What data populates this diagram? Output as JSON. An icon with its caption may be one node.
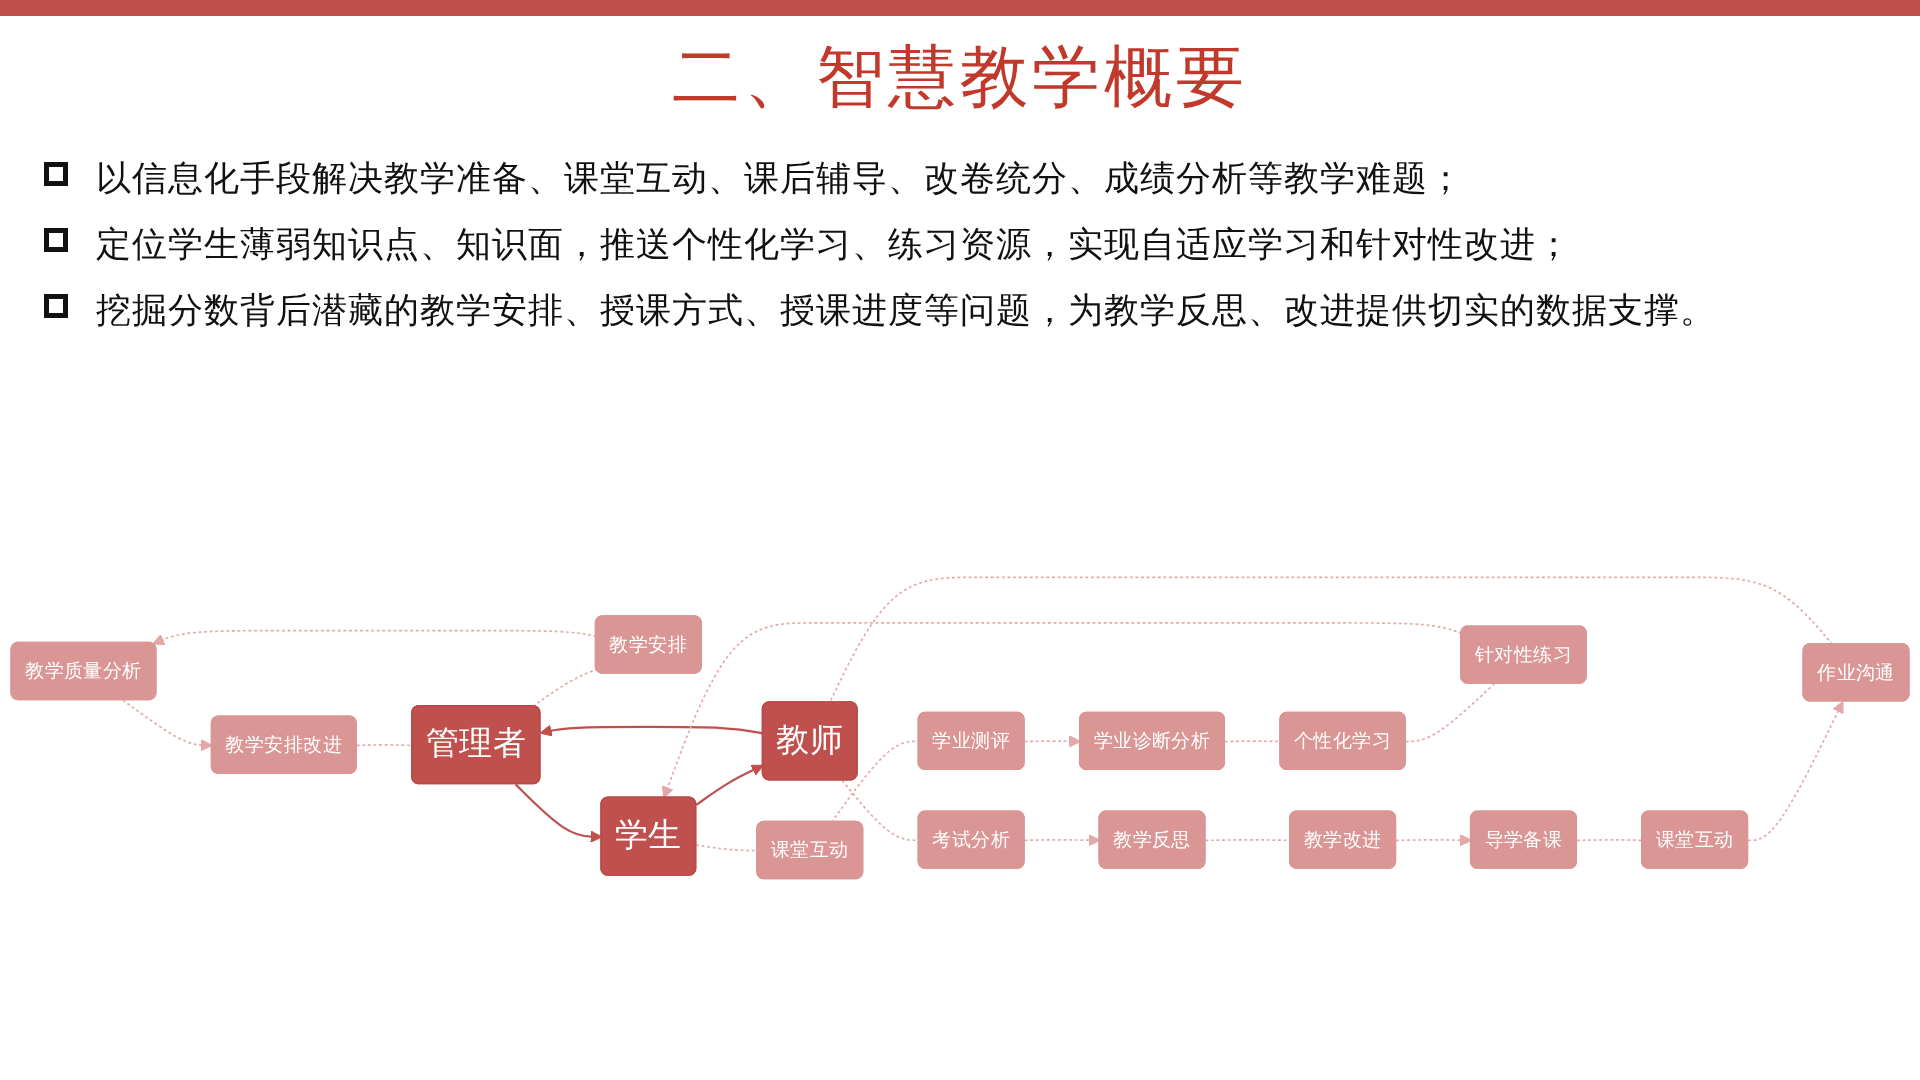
{
  "diagram": {
    "title": "二、智慧教学概要",
    "nodes": [
      {
        "text": [
          "教学质量分析"
        ]
      },
      {
        "text": [
          "教学安排改进"
        ]
      },
      {
        "text": [
          "教学安排"
        ]
      },
      {
        "text": [
          "管理者"
        ]
      },
      {
        "text": [
          "课堂互动"
        ]
      },
      {
        "text": [
          "学业测评"
        ]
      },
      {
        "text": [
          "导学备课"
        ]
      },
      {
        "text": [
          "课堂互动"
        ]
      },
      {
        "text": [
          "作业沟通"
        ]
      },
      {
        "text": [
          "学业诊断分析"
        ]
      },
      {
        "text": [
          "教师"
        ]
      },
      {
        "text": [
          "学生"
        ]
      },
      {
        "text": [
          "教学改进"
        ]
      },
      {
        "text": [
          "个性化学习"
        ]
      },
      {
        "text": [
          "考试分析"
        ]
      },
      {
        "text": [
          "针对性练习"
        ]
      },
      {
        "text": [
          "教学反思"
        ]
      }
    ],
    "edges": [
      {
        "from": 3,
        "to": 11,
        "arrow": "to",
        "color": "#c0504d"
      },
      {
        "from": 11,
        "to": 10,
        "arrow": "to",
        "color": "#c0504d"
      },
      {
        "from": 10,
        "to": 3,
        "arrow": "to",
        "color": "#c0504d"
      },
      {
        "from": 3,
        "to": 2,
        "arrow": "none",
        "style": "dashed"
      },
      {
        "from": 2,
        "to": 0,
        "arrow": "to",
        "style": "dashed"
      },
      {
        "from": 0,
        "to": 1,
        "arrow": "to",
        "style": "dashed"
      },
      {
        "from": 1,
        "to": 3,
        "arrow": "none",
        "style": "dashed"
      },
      {
        "from": 6,
        "to": 4,
        "arrow": "none",
        "style": "dashed"
      },
      {
        "from": 4,
        "to": 8,
        "arrow": "to",
        "style": "dashed"
      },
      {
        "from": 8,
        "to": 10,
        "arrow": "none",
        "style": "dashed"
      },
      {
        "from": 10,
        "to": 14,
        "arrow": "none",
        "style": "dashed"
      },
      {
        "from": 14,
        "to": 16,
        "arrow": "to",
        "style": "dashed"
      },
      {
        "from": 16,
        "to": 12,
        "arrow": "none",
        "style": "dashed"
      },
      {
        "from": 12,
        "to": 6,
        "arrow": "to",
        "style": "dashed"
      },
      {
        "from": 11,
        "to": 7,
        "arrow": "none",
        "style": "dashed"
      },
      {
        "from": 7,
        "to": 5,
        "arrow": "none",
        "style": "dashed"
      },
      {
        "from": 5,
        "to": 9,
        "arrow": "to",
        "style": "dashed"
      },
      {
        "from": 9,
        "to": 13,
        "arrow": "none",
        "style": "dashed"
      },
      {
        "from": 13,
        "to": 15,
        "arrow": "none",
        "style": "dashed"
      },
      {
        "from": 15,
        "to": 11,
        "arrow": "to",
        "style": "dashed"
      }
    ],
    "labels": [
      "以信息化手段解决教学准备、课堂互动、课后辅导、改卷统分、成绩分析等教学难题；",
      "定位学生薄弱知识点、知识面，推送个性化学习、练习资源，实现自适应学习和针对性改进；",
      "挖掘分数背后潜藏的教学安排、授课方式、授课进度等问题，为教学反思、改进提供切实的数据支撑。"
    ]
  }
}
